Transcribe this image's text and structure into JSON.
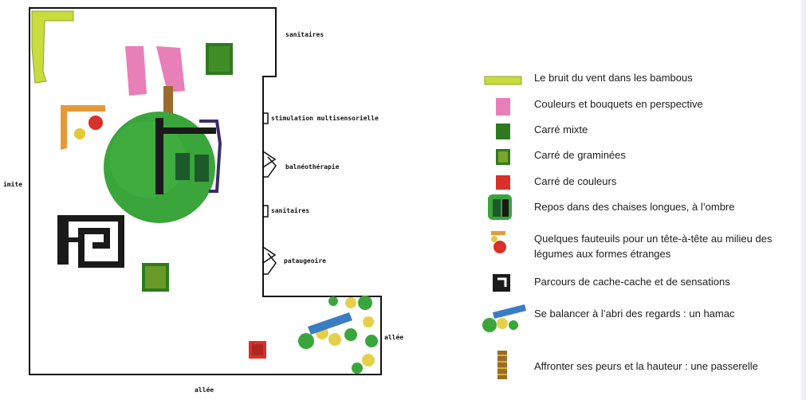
{
  "plan": {
    "labels": {
      "sanitaires_top": "sanitaires",
      "stimulation": "stimulation multisensorielle",
      "balneo": "balnéothérapie",
      "sanitaires_mid": "sanitaires",
      "pataugeoire": "pataugeoire",
      "limite": "imite",
      "allee_right": "allée",
      "allee_bottom": "allée"
    }
  },
  "legend": [
    {
      "icon": "bamboo-swatch",
      "text": "Le bruit du vent dans les bambous"
    },
    {
      "icon": "pink-flower-swatch",
      "text": "Couleurs et bouquets en perspective"
    },
    {
      "icon": "mixed-square-swatch",
      "text": "Carré mixte"
    },
    {
      "icon": "grass-square-swatch",
      "text": "Carré de graminées"
    },
    {
      "icon": "color-square-swatch",
      "text": "Carré de couleurs"
    },
    {
      "icon": "tree-chairs-swatch",
      "text": "Repos dans des chaises longues, à l’ombre"
    },
    {
      "icon": "armchairs-swatch",
      "text": "Quelques fauteuils pour un tête-à-tête au milieu des légumes aux formes étranges"
    },
    {
      "icon": "maze-swatch",
      "text": "Parcours de cache-cache et de sensations"
    },
    {
      "icon": "hammock-swatch",
      "text": "Se balancer à l’abri des regards : un hamac"
    },
    {
      "icon": "bridge-swatch",
      "text": "Affronter ses peurs et la hauteur : une passerelle"
    }
  ],
  "colors": {
    "bamboo": "#c8dc3c",
    "pink": "#e87fb8",
    "green_dark": "#2f7a1e",
    "tree": "#3aa53a",
    "red": "#d8302a",
    "maze": "#1a1a1a",
    "hammock": "#3a7dc4",
    "bridge": "#9c6a2c",
    "purple": "#3a2c6a",
    "yellow": "#e6c832"
  }
}
